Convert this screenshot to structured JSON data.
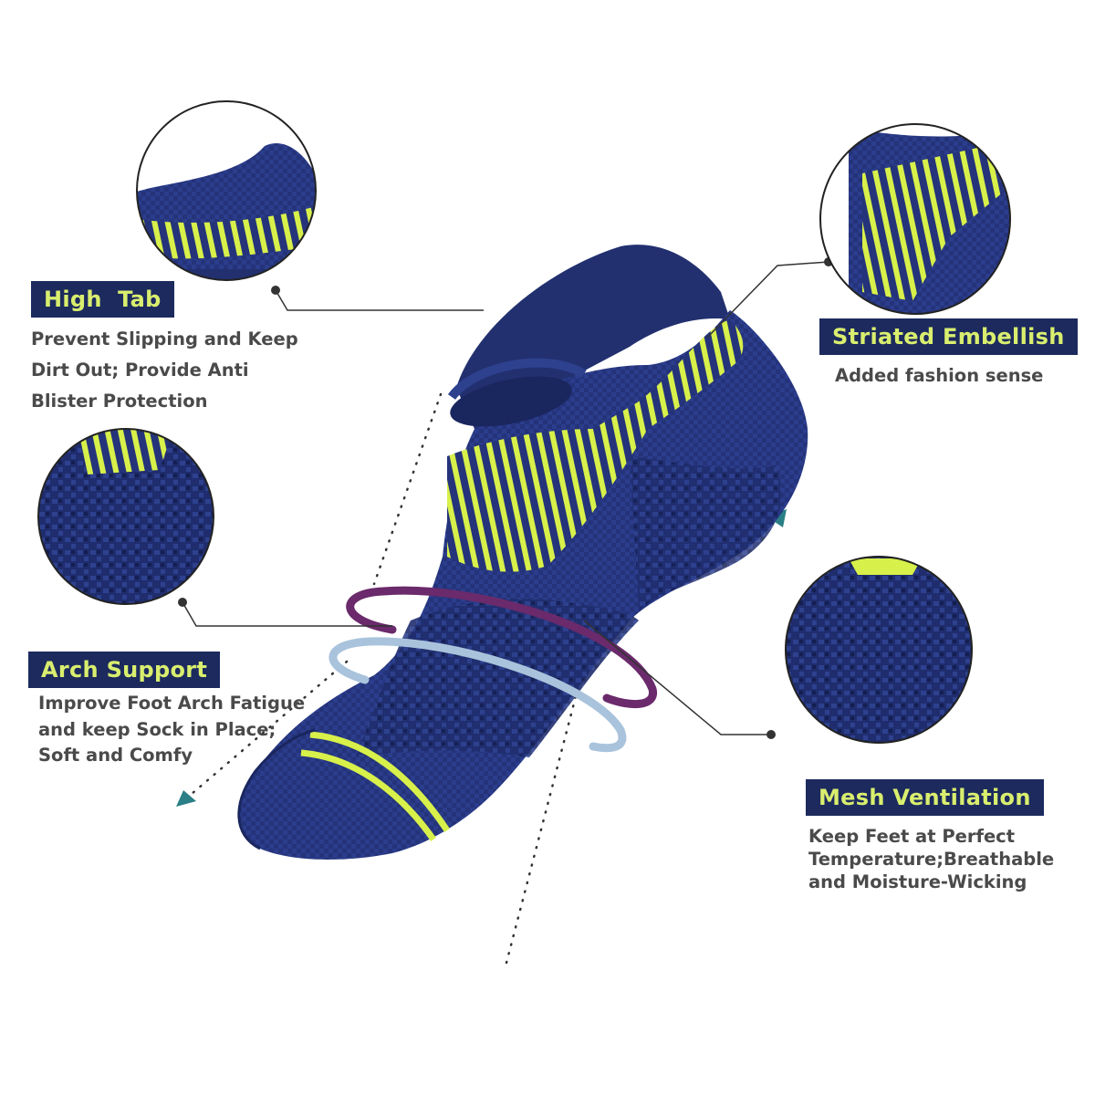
{
  "features": {
    "high_tab": {
      "title": "High  Tab",
      "lines": [
        "Prevent Slipping and Keep",
        "Dirt Out; Provide Anti",
        "Blister Protection"
      ]
    },
    "striated": {
      "title": "Striated Embellish",
      "lines": [
        "Added fashion sense"
      ]
    },
    "arch": {
      "title": "Arch Support",
      "lines": [
        "Improve Foot Arch Fatigue",
        "and keep Sock in Place;",
        "Soft and Comfy"
      ]
    },
    "mesh": {
      "title": "Mesh Ventilation",
      "lines": [
        "Keep Feet at Perfect",
        "Temperature;Breathable",
        "and Moisture-Wicking"
      ]
    }
  },
  "colors": {
    "sock_navy": "#24337a",
    "accent_yellow": "#d8f04a",
    "badge_bg": "#1c2a5e",
    "badge_text": "#d9ee6e",
    "text_gray": "#4a4a4a",
    "ring_purple": "#6a2a6b",
    "ring_blue": "#a9c3dc",
    "arrow_teal": "#2a7f86"
  }
}
